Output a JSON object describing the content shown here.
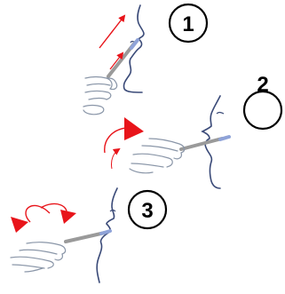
{
  "steps": [
    {
      "number": "1"
    },
    {
      "number": "2"
    },
    {
      "number": "3"
    }
  ],
  "colors": {
    "arrow": "#e8141a",
    "profile": "#3a4a78",
    "swab_stick": "#9a9a9a",
    "swab_tip": "#8fa3d8",
    "hand_outline": "#8a96a8",
    "circle": "#000000"
  }
}
